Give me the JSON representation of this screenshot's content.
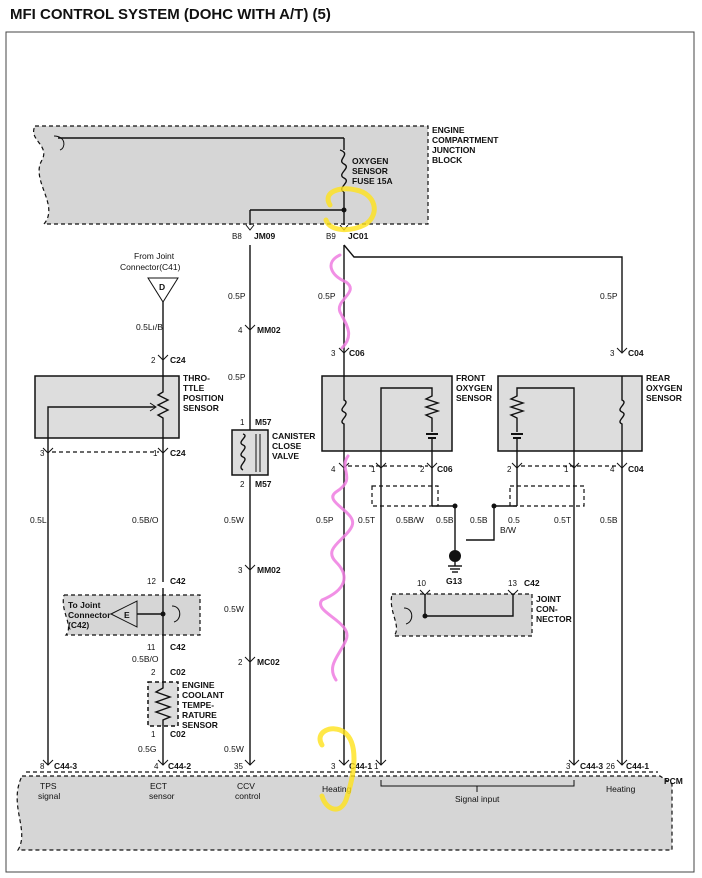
{
  "title": "MFI CONTROL SYSTEM (DOHC WITH A/T) (5)",
  "junction_block": {
    "label_lines": [
      "ENGINE",
      "COMPARTMENT",
      "JUNCTION",
      "BLOCK"
    ],
    "fuse_lines": [
      "OXYGEN",
      "SENSOR",
      "FUSE 15A"
    ],
    "pin_b8": "B8",
    "conn_jm09": "JM09",
    "pin_b9": "B9",
    "conn_jc01": "JC01"
  },
  "joint_connector_d": {
    "from_lines": [
      "From Joint",
      "Connector(C41)"
    ],
    "letter": "D"
  },
  "tps": {
    "label_lines": [
      "THRO-",
      "TTLE",
      "POSITION",
      "SENSOR"
    ],
    "wire_in": "0.5Lı/B",
    "pin_top": "2",
    "conn_top": "C24",
    "pin_3": "3",
    "pin_1": "1",
    "conn_bottom": "C24",
    "wire_left": "0.5L",
    "wire_right": "0.5B/O"
  },
  "joint_e": {
    "label_lines": [
      "To Joint",
      "Connector",
      "(C42)"
    ],
    "letter": "E",
    "pin_12": "12",
    "conn_c42a": "C42",
    "pin_11": "11",
    "conn_c42b": "C42",
    "wire": "0.5B/O"
  },
  "ect": {
    "pin_2": "2",
    "conn_c02a": "C02",
    "label_lines": [
      "ENGINE",
      "COOLANT",
      "TEMPE-",
      "RATURE",
      "SENSOR"
    ],
    "pin_1": "1",
    "conn_c02b": "C02",
    "wire": "0.5G"
  },
  "ccv": {
    "wire1": "0.5P",
    "pin_mm02a": "4",
    "conn_mm02a": "MM02",
    "wire2": "0.5P",
    "pin_m57a": "1",
    "conn_m57a": "M57",
    "label_lines": [
      "CANISTER",
      "CLOSE",
      "VALVE"
    ],
    "pin_m57b": "2",
    "conn_m57b": "M57",
    "wire3": "0.5W",
    "pin_mm02b": "3",
    "conn_mm02b": "MM02",
    "wire4": "0.5W",
    "pin_mc02": "2",
    "conn_mc02": "MC02",
    "wire5": "0.5W"
  },
  "front_o2": {
    "wire_top": "0.5P",
    "pin_c06": "3",
    "conn_c06": "C06",
    "label_lines": [
      "FRONT",
      "OXYGEN",
      "SENSOR"
    ],
    "pin_4": "4",
    "pin_1": "1",
    "pin_2": "2",
    "conn_bottom": "C06",
    "wire_heat": "0.5P",
    "wire_sig": "0.5T",
    "wire_gnd1": "0.5B/W",
    "wire_gnd2": "0.5B"
  },
  "rear_o2": {
    "wire_top": "0.5P",
    "pin_c04": "3",
    "conn_c04": "C04",
    "label_lines": [
      "REAR",
      "OXYGEN",
      "SENSOR"
    ],
    "pin_2": "2",
    "pin_1": "1",
    "pin_4": "4",
    "conn_bottom": "C04",
    "wire_gnd1": "0.5B",
    "wire_gnd2_a": "0.5",
    "wire_gnd2_b": "B/W",
    "wire_sig": "0.5T",
    "wire_heat": "0.5B"
  },
  "ground": {
    "label": "G13"
  },
  "joint_conn": {
    "pin_10": "10",
    "pin_13": "13",
    "conn": "C42",
    "label_lines": [
      "JOINT",
      "CON-",
      "NECTOR"
    ]
  },
  "pcm": {
    "label": "PCM",
    "pins": [
      {
        "pin": "8",
        "conn": "C44-3",
        "name_lines": [
          "TPS",
          "signal"
        ]
      },
      {
        "pin": "4",
        "conn": "C44-2",
        "name_lines": [
          "ECT",
          "sensor"
        ]
      },
      {
        "pin": "35",
        "conn": "",
        "name_lines": [
          "CCV",
          "control"
        ]
      },
      {
        "pin": "3",
        "conn": "C44-1",
        "name_lines": [
          "Heating"
        ]
      },
      {
        "pin": "1",
        "conn": "",
        "name_lines": []
      },
      {
        "pin": "3",
        "conn": "C44-3",
        "name_lines": []
      },
      {
        "pin": "26",
        "conn": "C44-1",
        "name_lines": [
          "Heating"
        ]
      }
    ],
    "signal_input": "Signal input"
  },
  "colors": {
    "highlight_yellow": "#ffe21a",
    "highlight_pink": "#ee7ce0"
  }
}
